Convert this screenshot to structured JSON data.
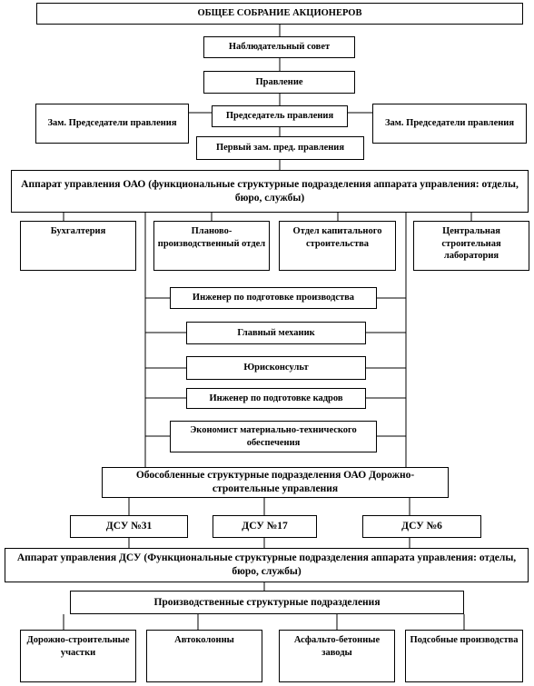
{
  "boxes": {
    "general_meeting": "ОБЩЕЕ  СОБРАНИЕ  АКЦИОНЕРОВ",
    "supervisory_board": "Наблюдательный совет",
    "board": "Правление",
    "deputy_chairmen_left": "Зам. Председатели правления",
    "chairman": "Председатель правления",
    "deputy_chairmen_right": "Зам. Председатели правления",
    "first_deputy": "Первый зам. пред. правления",
    "management_apparatus": "Аппарат управления ОАО (функциональные структурные подразделения аппарата управления: отделы, бюро, службы)",
    "accounting": "Бухгалтерия",
    "planning_dept": "Планово-производственный отдел",
    "capital_construction_dept": "Отдел капитального строительства",
    "central_lab": "Центральная строительная лаборатория",
    "production_engineer": "Инженер по подготовке производства",
    "chief_mechanic": "Главный механик",
    "legal_counsel": "Юрисконсульт",
    "hr_engineer": "Инженер по подготовке кадров",
    "supply_economist": "Экономист материально-технического обеспечения",
    "separate_divisions": "Обособленные структурные подразделения ОАО Дорожно-строительные управления",
    "dsu_31": "ДСУ №31",
    "dsu_17": "ДСУ №17",
    "dsu_6": "ДСУ №6",
    "dsu_apparatus": "Аппарат управления ДСУ (Функциональные структурные подразделения аппарата управления: отделы, бюро, службы)",
    "production_divisions": "Производственные структурные подразделения",
    "road_sections": "Дорожно-строительные участки",
    "motor_columns": "Автоколонны",
    "asphalt_plants": "Асфальто-бетонные заводы",
    "auxiliary_production": "Подсобные производства"
  }
}
